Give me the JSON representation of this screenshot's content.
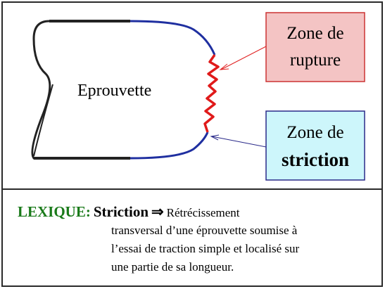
{
  "diagram": {
    "specimen_label": "Eprouvette",
    "rupture_callout": {
      "line1": "Zone de",
      "line2": "rupture"
    },
    "striction_callout": {
      "line1": "Zone de",
      "line2": "striction"
    }
  },
  "lexique": {
    "title": "LEXIQUE:",
    "term": "Striction",
    "arrow": "⇒",
    "definition_lines": [
      "Rétrécissement",
      "transversal d’une éprouvette soumise à",
      "l’essai de traction simple et localisé sur",
      "une partie de sa longueur."
    ]
  },
  "colors": {
    "rupture_box_fill": "#f4c4c4",
    "rupture_box_border": "#cc3333",
    "striction_box_fill": "#cdf6fb",
    "striction_box_border": "#2a2a8a",
    "specimen_curve": "#1f2fa0",
    "rupture_edge": "#e01a1a",
    "title_green": "#1a7a1a"
  }
}
